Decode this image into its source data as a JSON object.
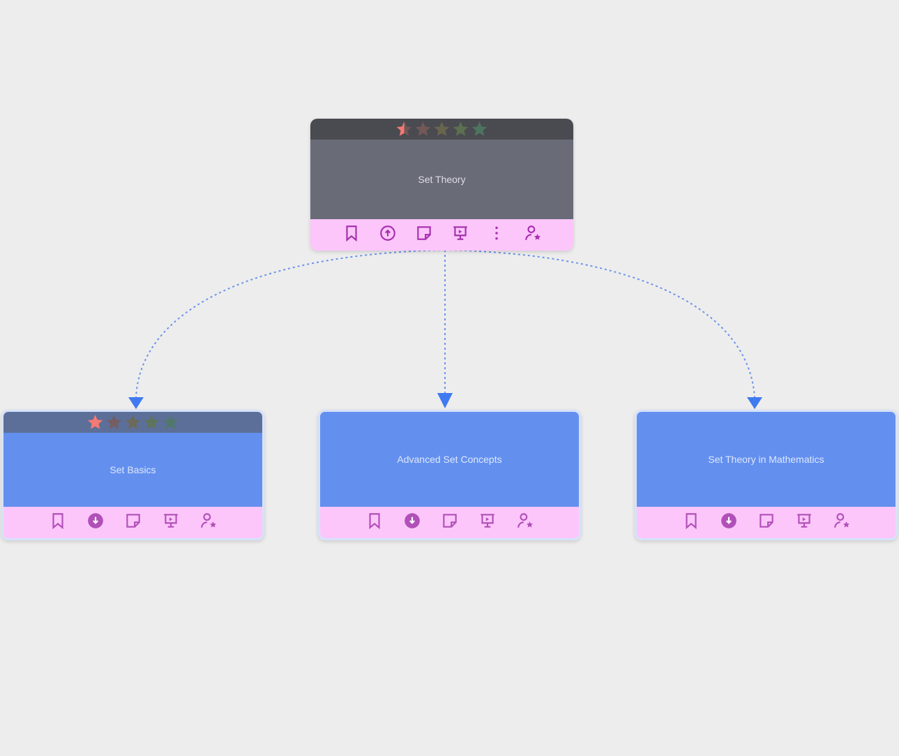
{
  "root": {
    "title": "Set Theory",
    "rating": 0.5,
    "max_rating": 5,
    "icons": [
      "bookmark-icon",
      "upload-circle-icon",
      "sticky-note-icon",
      "presentation-icon",
      "more-vertical-icon",
      "user-star-icon"
    ]
  },
  "children": [
    {
      "title": "Set Basics",
      "rating": 1,
      "max_rating": 5,
      "icons": [
        "bookmark-icon",
        "download-circle-icon",
        "sticky-note-icon",
        "presentation-icon",
        "user-star-icon"
      ]
    },
    {
      "title": "Advanced Set Concepts",
      "icons": [
        "bookmark-icon",
        "download-circle-icon",
        "sticky-note-icon",
        "presentation-icon",
        "user-star-icon"
      ]
    },
    {
      "title": "Set Theory in Mathematics",
      "icons": [
        "bookmark-icon",
        "download-circle-icon",
        "sticky-note-icon",
        "presentation-icon",
        "user-star-icon"
      ]
    }
  ],
  "colors": {
    "edge": "#6b93ea",
    "arrow": "#3f7af0",
    "root_header": "#4a4b51",
    "root_body": "#696b77",
    "child_header": "#5c6f98",
    "child_body": "#6390ef",
    "footer": "#fdc6fb",
    "icon_root": "#a52fae",
    "icon_child": "#b150b8"
  }
}
